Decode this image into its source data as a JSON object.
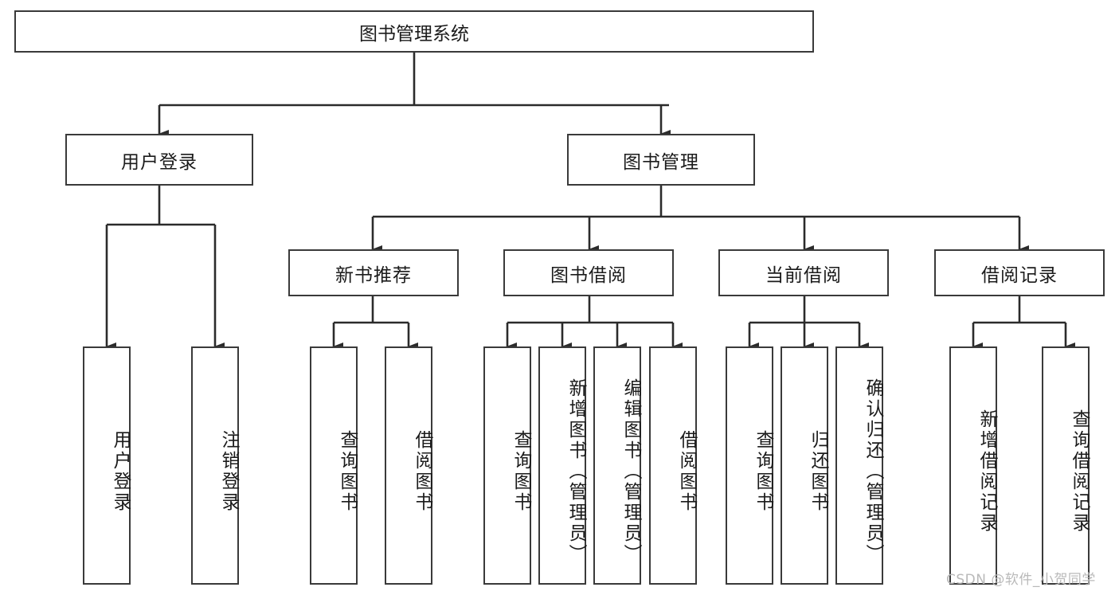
{
  "diagram": {
    "type": "tree",
    "title": "图书管理系统",
    "orientation": "top-down",
    "colors": {
      "box_border": "#3a3a3a",
      "box_fill": "#ffffff",
      "connector": "#2b2b2b",
      "text": "#1b1b1b",
      "watermark": "#b9b9b9"
    },
    "root": {
      "label": "图书管理系统"
    },
    "level2": [
      {
        "label": "用户登录"
      },
      {
        "label": "图书管理"
      }
    ],
    "level3": [
      {
        "label": "新书推荐"
      },
      {
        "label": "图书借阅"
      },
      {
        "label": "当前借阅"
      },
      {
        "label": "借阅记录"
      }
    ],
    "leaves": {
      "user_login": [
        {
          "label": "用户登录"
        },
        {
          "label": "注销登录"
        }
      ],
      "new_book": [
        {
          "label": "查询图书"
        },
        {
          "label": "借阅图书"
        }
      ],
      "borrow_book": [
        {
          "label": "查询图书"
        },
        {
          "label": "新增图书（管理员）"
        },
        {
          "label": "编辑图书（管理员）"
        },
        {
          "label": "借阅图书"
        }
      ],
      "current_borrow": [
        {
          "label": "查询图书"
        },
        {
          "label": "归还图书"
        },
        {
          "label": "确认归还（管理员）"
        }
      ],
      "borrow_record": [
        {
          "label": "新增借阅记录"
        },
        {
          "label": "查询借阅记录"
        }
      ]
    }
  },
  "watermark": {
    "text": "CSDN @软件_小贺同学"
  }
}
